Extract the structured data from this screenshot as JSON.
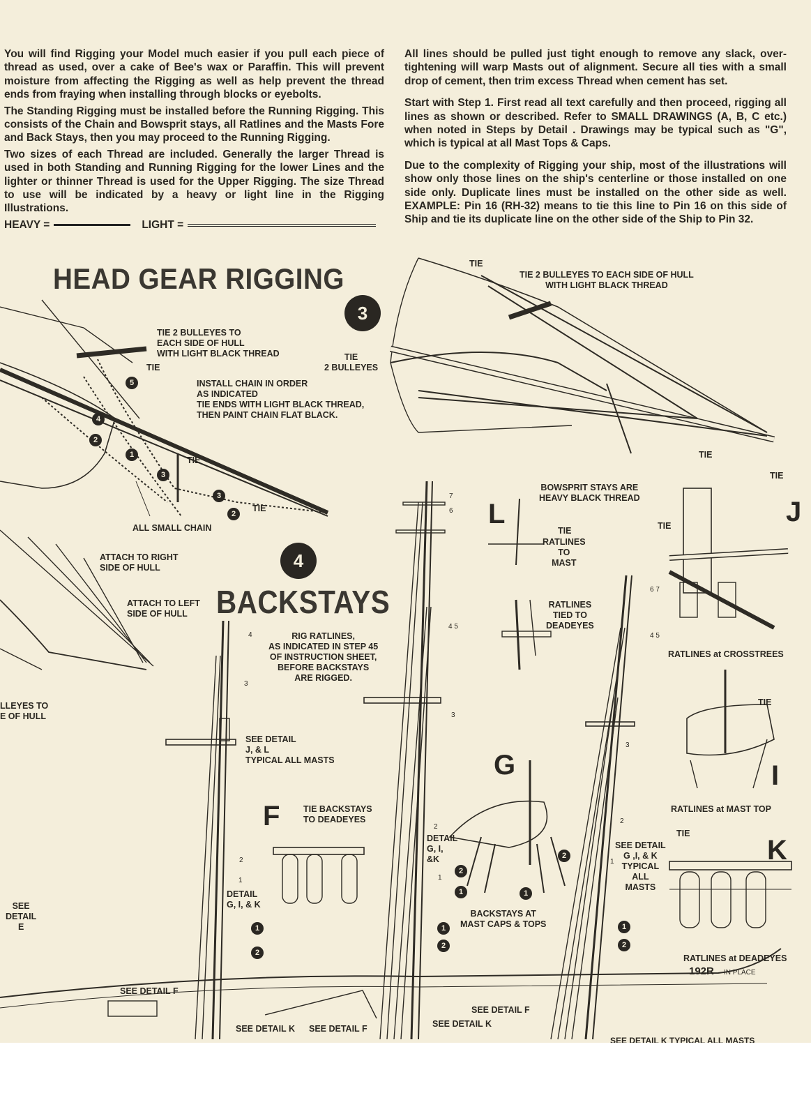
{
  "intro": {
    "left_paragraphs": [
      "You will find Rigging your Model much easier if you pull each piece of thread as used, over a cake of Bee's wax or Paraffin. This will prevent moisture from affecting the Rigging as well as help prevent the thread ends from fraying when installing through blocks or eyebolts.",
      "The Standing Rigging must be installed before the Running Rigging. This consists of the Chain and Bowsprit stays, all Ratlines and the Masts Fore and Back Stays, then you may proceed to the Running Rigging.",
      "Two sizes of each Thread are included. Generally the larger Thread is used in both Standing and Running Rigging for the lower Lines and the lighter or thinner Thread is used for the Upper Rigging. The size Thread to use will be indicated by a heavy or light line in the Rigging Illustrations."
    ],
    "legend_heavy": "HEAVY =",
    "legend_light": "LIGHT =",
    "right_paragraphs": [
      "All lines should be pulled just tight enough to remove any slack, over-tightening will warp Masts out of alignment. Secure all ties with a small drop of cement, then trim excess Thread when cement has set.",
      "Start with Step 1. First read all text carefully and then proceed, rigging all lines as shown or described. Refer to SMALL DRAWINGS (A, B, C etc.) when noted in Steps by Detail        . Drawings may be typical such as \"G\", which is typical at all Mast Tops & Caps.",
      "Due to the complexity of Rigging your ship, most of the illustrations will show only those lines on the ship's centerline or those installed on one side only. Duplicate lines must be installed on the other side as well. EXAMPLE: Pin 16 (RH-32) means to tie this line to Pin 16 on this side of Ship and tie its duplicate line on the other side of the Ship to Pin 32."
    ]
  },
  "head_gear": {
    "title": "HEAD GEAR RIGGING",
    "step": "3",
    "tie_bulleyes_left": "TIE 2 BULLEYES TO\nEACH SIDE OF HULL\nWITH LIGHT BLACK THREAD",
    "tie": "TIE",
    "install_chain": "INSTALL CHAIN IN ORDER\nAS INDICATED\nTIE ENDS WITH LIGHT BLACK THREAD,\nTHEN PAINT CHAIN FLAT BLACK.",
    "all_small_chain": "ALL SMALL CHAIN",
    "chain_numbers": [
      "5",
      "4",
      "2",
      "1",
      "3",
      "3",
      "2"
    ],
    "tie_bulleyes_right": "TIE 2 BULLEYES TO EACH SIDE OF HULL\nWITH LIGHT BLACK THREAD",
    "tie_2_bulleyes": "TIE\n2 BULLEYES",
    "bowsprit_stays": "BOWSPRIT STAYS ARE\nHEAVY BLACK THREAD"
  },
  "backstays": {
    "title": "BACKSTAYS",
    "step": "4",
    "attach_right": "ATTACH TO RIGHT\nSIDE OF HULL",
    "attach_left": "ATTACH TO LEFT\nSIDE OF HULL",
    "bulleyes_partial": "LLEYES TO\nE OF HULL",
    "rig_ratlines": "RIG RATLINES,\nAS INDICATED IN STEP 45\nOF INSTRUCTION SHEET,\nBEFORE BACKSTAYS\nARE RIGGED.",
    "see_detail_jl": "SEE DETAIL\nJ, & L\nTYPICAL ALL MASTS",
    "detail_gik_left": "DETAIL\nG, I, & K",
    "detail_gik_mid": "DETAIL\nG, I,\n&K",
    "see_detail_gik_right": "SEE DETAIL\nG ,I, & K\nTYPICAL\nALL\nMASTS",
    "see_detail_e": "SEE\nDETAIL\nE",
    "see_detail_f": "SEE DETAIL F",
    "see_detail_k": "SEE DETAIL K",
    "see_detail_k_typical": "SEE DETAIL K  TYPICAL ALL MASTS",
    "mast_numbers_left": [
      "4",
      "3",
      "2",
      "1"
    ],
    "mast_numbers_mid": [
      "7",
      "6",
      "4 5",
      "3",
      "2",
      "1"
    ],
    "mast_numbers_right": [
      "6 7",
      "4 5",
      "3",
      "2",
      "1"
    ],
    "callouts": [
      "1",
      "2"
    ],
    "part_no": "192R",
    "in_place": "IN PLACE"
  },
  "details": {
    "L": {
      "letter": "L",
      "tie": "TIE",
      "ratlines_to_mast": "RATLINES\nTO\nMAST",
      "ratlines_deadeyes": "RATLINES\nTIED TO\nDEADEYES"
    },
    "J": {
      "letter": "J",
      "tie": "TIE",
      "caption": "RATLINES at CROSSTREES"
    },
    "I": {
      "letter": "I",
      "tie": "TIE",
      "caption": "RATLINES at MAST TOP"
    },
    "G": {
      "letter": "G",
      "caption": "BACKSTAYS AT\nMAST CAPS & TOPS",
      "nums": [
        "2",
        "2",
        "1",
        "1"
      ]
    },
    "F": {
      "letter": "F",
      "caption": "TIE BACKSTAYS\nTO DEADEYES"
    },
    "K": {
      "letter": "K",
      "tie": "TIE",
      "caption": "RATLINES at DEADEYES"
    }
  }
}
